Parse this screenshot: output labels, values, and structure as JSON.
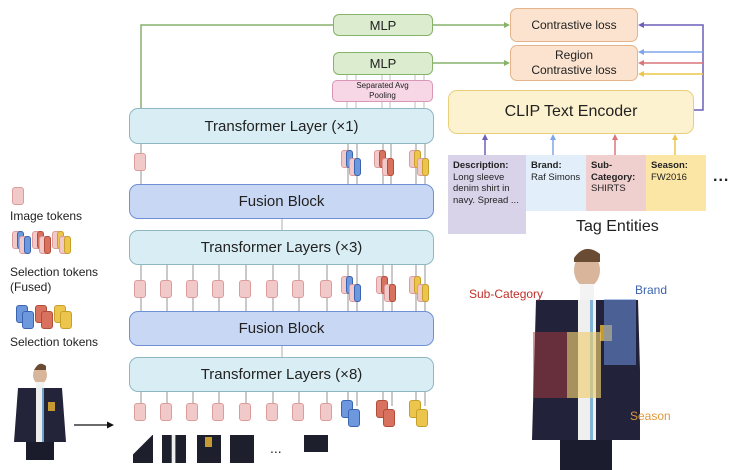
{
  "model": {
    "transformer_top": "Transformer Layer (×1)",
    "fusion_block_1": "Fusion Block",
    "transformer_mid": "Transformer Layers (×3)",
    "fusion_block_2": "Fusion Block",
    "transformer_bottom": "Transformer Layers (×8)",
    "mlp_global": "MLP",
    "mlp_region": "MLP",
    "pooling": "Separated Avg Pooling",
    "patch_ellipsis": "..."
  },
  "losses": {
    "contrastive": "Contrastive loss",
    "region_line1": "Region",
    "region_line2": "Contrastive loss"
  },
  "text_encoder": {
    "label": "CLIP Text Encoder"
  },
  "tag_entities": {
    "title": "Tag Entities",
    "ellipsis": "...",
    "items": [
      {
        "key": "Description:",
        "value": "Long sleeve denim shirt in navy. Spread ...",
        "color": "#d9d3e9"
      },
      {
        "key": "Brand:",
        "value": "Raf Simons",
        "color": "#e2effb"
      },
      {
        "key": "Sub-Category:",
        "value": "SHIRTS",
        "color": "#f0cfcf"
      },
      {
        "key": "Season:",
        "value": "FW2016",
        "color": "#fbe6a6"
      }
    ]
  },
  "legend": {
    "image_tokens": "Image tokens",
    "selection_fused_line1": "Selection tokens",
    "selection_fused_line2": "(Fused)",
    "selection_tokens": "Selection tokens"
  },
  "region_labels": {
    "sub_category": "Sub-Category",
    "brand": "Brand",
    "season": "Season"
  },
  "colors": {
    "brand": "#3b64b0",
    "sub_category": "#c0302a",
    "season": "#e09a3c",
    "description": "#5a4aa8"
  }
}
